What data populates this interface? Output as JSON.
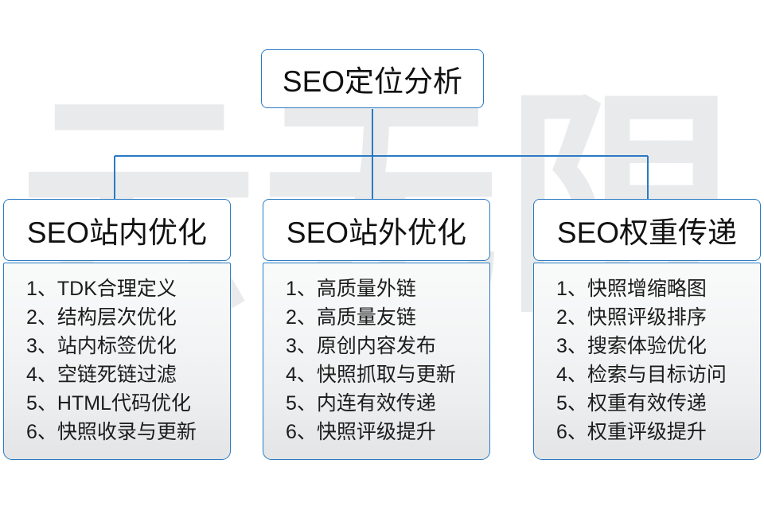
{
  "diagram": {
    "title": "SEO定位分析",
    "watermark": "云无限",
    "accent_color": "#2a7ac4",
    "text_color": "#111111",
    "body_background_top": "#f9fafa",
    "body_background_bottom": "#e2e4e6",
    "root": {
      "label": "SEO定位分析"
    },
    "branches": [
      {
        "header": "SEO站内优化",
        "items": [
          {
            "index": "1、",
            "text": "TDK合理定义"
          },
          {
            "index": "2、",
            "text": "结构层次优化"
          },
          {
            "index": "3、",
            "text": "站内标签优化"
          },
          {
            "index": "4、",
            "text": "空链死链过滤"
          },
          {
            "index": "5、",
            "text": "HTML代码优化"
          },
          {
            "index": "6、",
            "text": "快照收录与更新"
          }
        ]
      },
      {
        "header": "SEO站外优化",
        "items": [
          {
            "index": "1、",
            "text": "高质量外链"
          },
          {
            "index": "2、",
            "text": "高质量友链"
          },
          {
            "index": "3、",
            "text": "原创内容发布"
          },
          {
            "index": "4、",
            "text": "快照抓取与更新"
          },
          {
            "index": "5、",
            "text": "内连有效传递"
          },
          {
            "index": "6、",
            "text": "快照评级提升"
          }
        ]
      },
      {
        "header": "SEO权重传递",
        "items": [
          {
            "index": "1、",
            "text": "快照增缩略图"
          },
          {
            "index": "2、",
            "text": "快照评级排序"
          },
          {
            "index": "3、",
            "text": "搜索体验优化"
          },
          {
            "index": "4、",
            "text": "检索与目标访问"
          },
          {
            "index": "5、",
            "text": "权重有效传递"
          },
          {
            "index": "6、",
            "text": "权重评级提升"
          }
        ]
      }
    ]
  }
}
